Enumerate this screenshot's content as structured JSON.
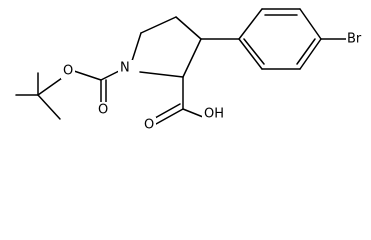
{
  "molecule": {
    "atoms": {
      "N": "N",
      "O_carbamate_ester": "O",
      "O_carbamate_carbonyl": "O",
      "O_acid_carbonyl": "O",
      "OH_acid": "OH",
      "Br": "Br"
    },
    "colors": {
      "bond": "#000000",
      "label": "#000000",
      "background": "#ffffff"
    }
  }
}
